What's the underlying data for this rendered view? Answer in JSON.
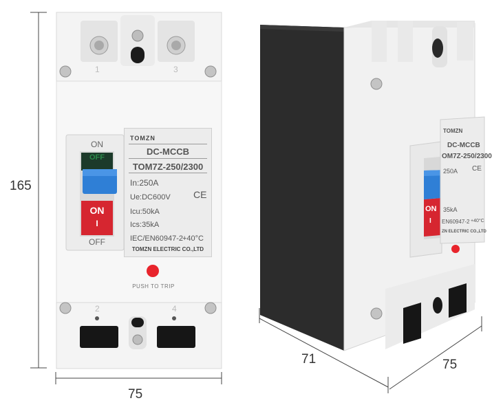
{
  "dimensions": {
    "height_front": "165",
    "width_front": "75",
    "depth_side": "71",
    "width_side": "75"
  },
  "front_breaker": {
    "brand": "TOMZN",
    "type": "DC-MCCB",
    "model": "TOM7Z-250/2300",
    "rating_in": "In:250A",
    "rating_ue": "Ue:DC600V",
    "rating_icu": "Icu:50kA",
    "rating_ics": "Ics:35kA",
    "standard": "IEC/EN60947-2",
    "temperature": "+40°C",
    "manufacturer": "TOMZN ELECTRIC CO.,LTD",
    "ce_mark": "CE",
    "switch_on_top": "ON",
    "switch_off_window": "OFF",
    "switch_on_window": "ON",
    "switch_on_mark": "I",
    "switch_off_bottom": "OFF",
    "push_to_trip": "PUSH TO TRIP",
    "terminal_top_left": "1",
    "terminal_top_right": "3",
    "terminal_bottom_left": "2",
    "terminal_bottom_right": "4"
  },
  "side_breaker": {
    "brand": "TOMZN",
    "type": "DC-MCCB",
    "model": "OM7Z-250/2300",
    "rating_in": "250A",
    "rating_ics": "35kA",
    "standard": "EN60947-2",
    "temperature": "+40°C",
    "manufacturer": "ZN ELECTRIC CO.,LTD",
    "ce_mark": "CE",
    "switch_on": "ON",
    "switch_on_mark": "I"
  },
  "colors": {
    "body": "#f2f2f2",
    "handle": "#2f7fd6",
    "on_window": "#d62630",
    "trip_button": "#e8242c",
    "side_panel": "#2c2c2c"
  }
}
